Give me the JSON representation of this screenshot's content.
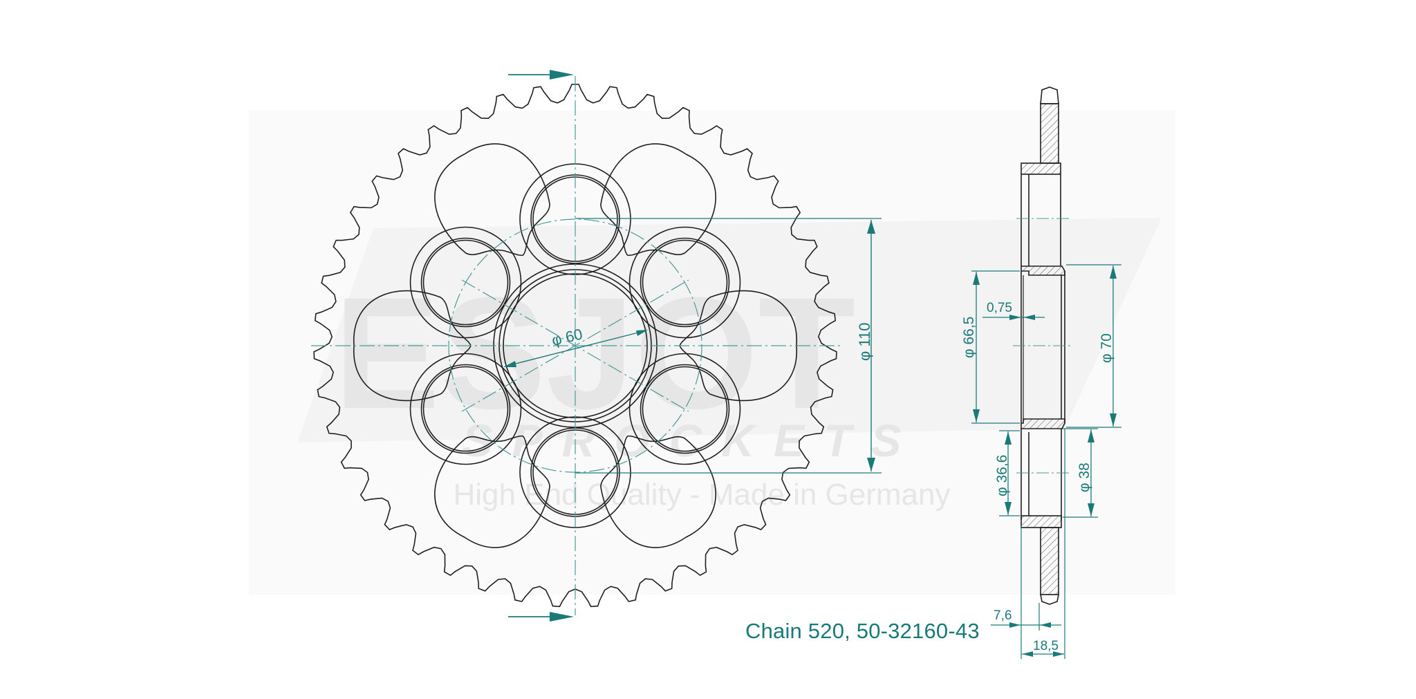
{
  "drawing": {
    "type": "sprocket technical drawing",
    "caption": "Chain 520, 50-32160-43",
    "teeth": 43,
    "colors": {
      "background": "#ffffff",
      "outline": "#1f1f1f",
      "dimension": "#1a7a78",
      "watermark": "#ececec",
      "center_line": "#4a9a98"
    },
    "front_view": {
      "dimensions": {
        "bore": "60",
        "bolt_circle": "110"
      },
      "diameter_symbol": "φ",
      "bolt_holes": 6,
      "lightening_pockets": 6
    },
    "side_view": {
      "dimensions": {
        "d_66_5": "66,5",
        "d_70": "70",
        "d_36_6": "36,6",
        "d_38": "38",
        "offset_0_75": "0,75",
        "offset_7_6": "7,6",
        "width_18_5": "18,5"
      }
    }
  },
  "watermark": {
    "brand": "ESJOT",
    "sub": "SPROCKETS",
    "tagline": "High End Quality - Made in Germany"
  }
}
